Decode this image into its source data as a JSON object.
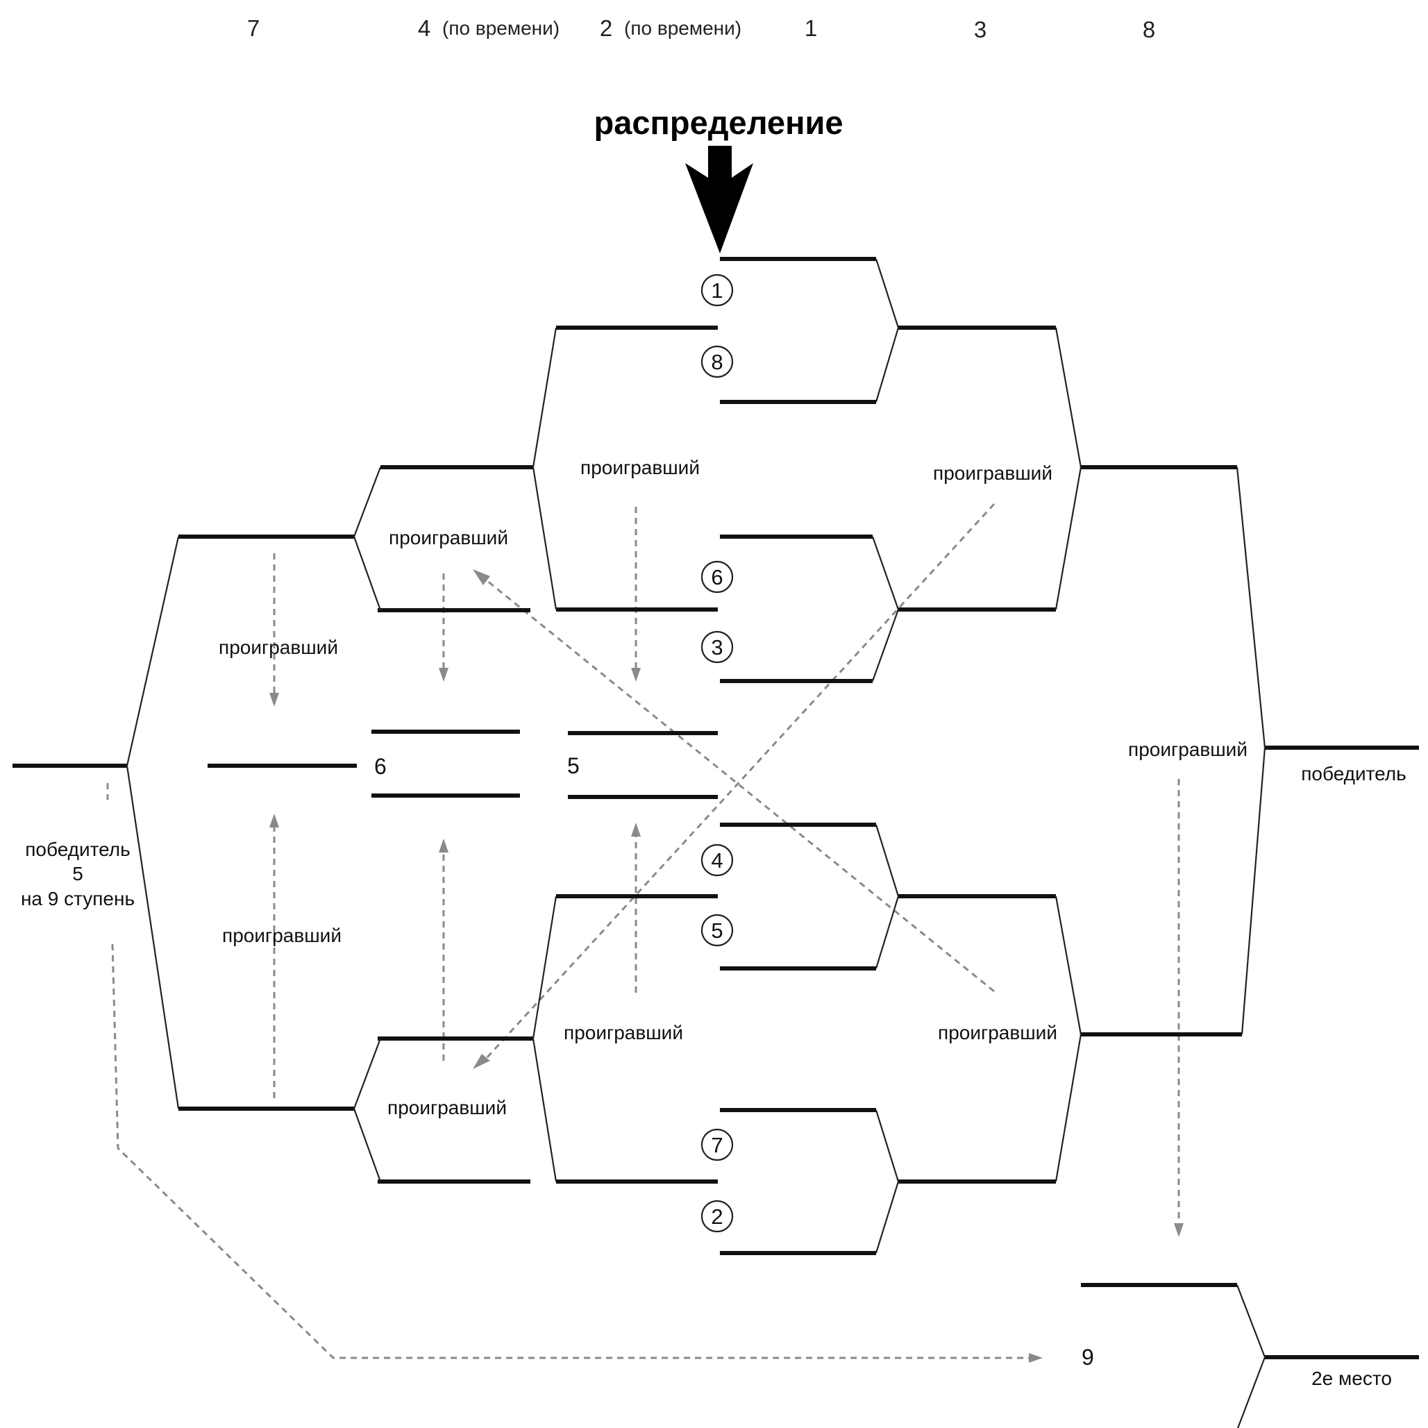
{
  "header": {
    "columns": [
      {
        "num": "7",
        "note": ""
      },
      {
        "num": "4",
        "note": "(по времени)"
      },
      {
        "num": "2",
        "note": "(по времени)"
      },
      {
        "num": "1",
        "note": ""
      },
      {
        "num": "3",
        "note": ""
      },
      {
        "num": "8",
        "note": ""
      }
    ]
  },
  "title": "распределение",
  "seeds": [
    "1",
    "8",
    "6",
    "3",
    "4",
    "5",
    "7",
    "2"
  ],
  "labels": {
    "loser": "проигравший",
    "winner": "победитель",
    "winner5_line1": "победитель",
    "winner5_line2": "5",
    "winner5_line3": "на 9 ступень",
    "second_place": "2е место"
  },
  "stages": {
    "s6": "6",
    "s5": "5",
    "s9": "9"
  }
}
